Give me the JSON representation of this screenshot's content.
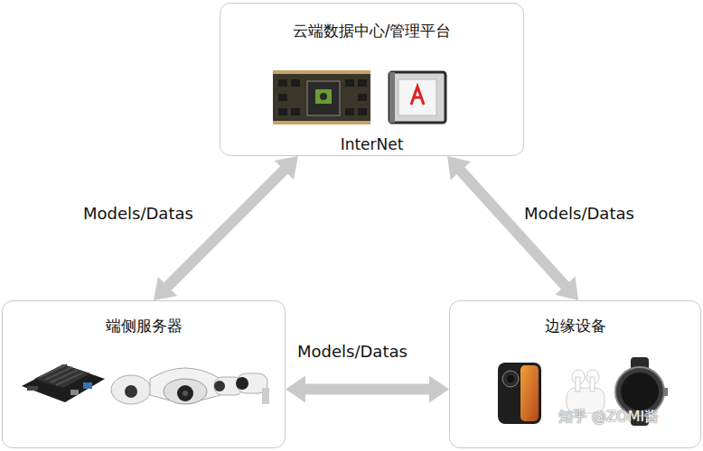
{
  "diagram": {
    "nodes": [
      {
        "text": [
          "云端数据中心/管理平台",
          "InterNet"
        ]
      },
      {
        "text": [
          "端侧服务器"
        ]
      },
      {
        "text": [
          "边缘设备"
        ]
      }
    ],
    "edges": [
      {
        "from": 0,
        "to": 1,
        "label": "Models/Datas",
        "arrow": "both"
      },
      {
        "from": 0,
        "to": 2,
        "label": "Models/Datas",
        "arrow": "both"
      },
      {
        "from": 1,
        "to": 2,
        "label": "Models/Datas",
        "arrow": "both"
      }
    ],
    "labels": [
      "知乎 @ZOMI酱"
    ]
  }
}
